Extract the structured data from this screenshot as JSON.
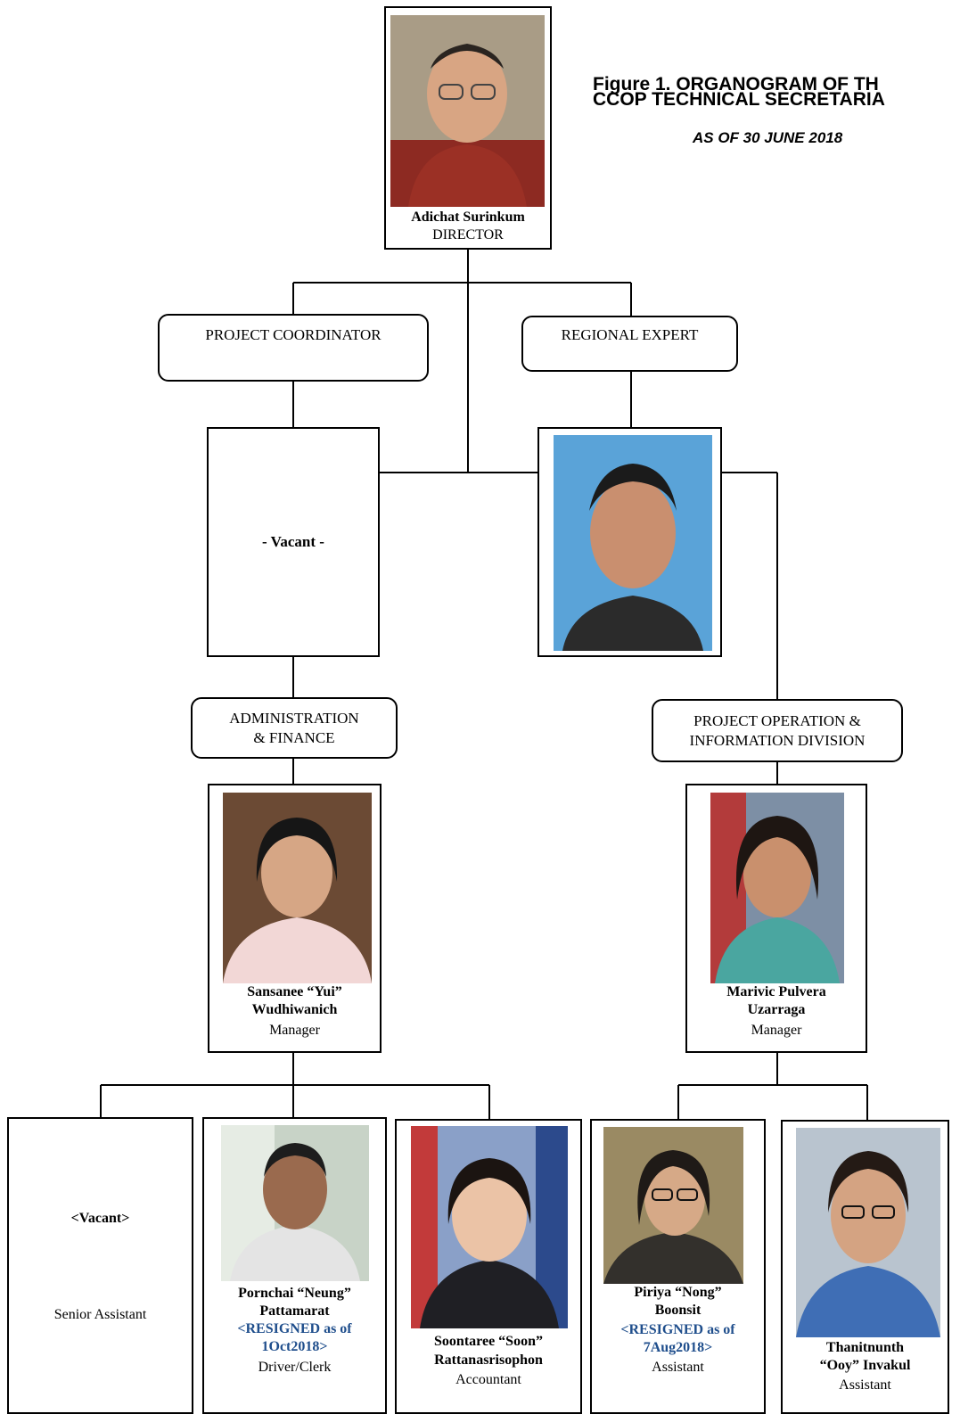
{
  "title": {
    "line1": "Figure 1.  ORGANOGRAM OF TH",
    "line2": "CCOP TECHNICAL SECRETARIA",
    "date": "AS OF 30 JUNE 2018"
  },
  "director": {
    "name": "Adichat Surinkum",
    "role": "DIRECTOR"
  },
  "project_coordinator": {
    "label": "PROJECT COORDINATOR",
    "name": "- Vacant -"
  },
  "regional_expert": {
    "label": "REGIONAL EXPERT"
  },
  "admin_finance": {
    "label_line1": "ADMINISTRATION",
    "label_line2": "& FINANCE",
    "manager": {
      "name_line1": "Sansanee “Yui”",
      "name_line2": "Wudhiwanich",
      "role": "Manager"
    }
  },
  "project_operation": {
    "label_line1": "PROJECT OPERATION &",
    "label_line2": "INFORMATION DIVISION",
    "manager": {
      "name_line1": "Marivic Pulvera",
      "name_line2": "Uzarraga",
      "role": "Manager"
    }
  },
  "staff": [
    {
      "name": "<Vacant>",
      "role": "Senior Assistant"
    },
    {
      "name_line1": "Pornchai “Neung”",
      "name_line2": "Pattamarat",
      "note_line1": "<RESIGNED as of",
      "note_line2": "1Oct2018>",
      "role": "Driver/Clerk"
    },
    {
      "name_line1": "Soontaree “Soon”",
      "name_line2": "Rattanasrisophon",
      "role": "Accountant"
    },
    {
      "name_line1": "Piriya “Nong”",
      "name_line2": "Boonsit",
      "note_line1": "<RESIGNED as of",
      "note_line2": "7Aug2018>",
      "role": "Assistant"
    },
    {
      "name_line1": "Thanitnunth",
      "name_line2": "“Ooy” Invakul",
      "role": "Assistant"
    }
  ],
  "colors": {
    "resigned_note": "#1f4e8c",
    "line": "#000000"
  }
}
